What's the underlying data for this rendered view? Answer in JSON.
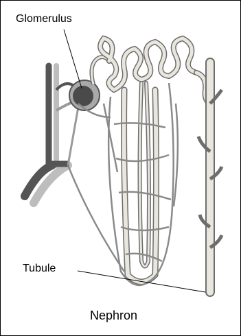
{
  "labels": {
    "glomerulus": "Glomerulus",
    "tubule": "Tubule"
  },
  "caption": "Nephron",
  "colors": {
    "tissue_fill": "#e8e6dd",
    "tissue_stroke": "#6d6d6d",
    "vessel_dark": "#555555",
    "vessel_light": "#b9b9b9",
    "glomerulus_fill": "#4a4a4a",
    "capsule_fill": "#a9a9a9"
  }
}
